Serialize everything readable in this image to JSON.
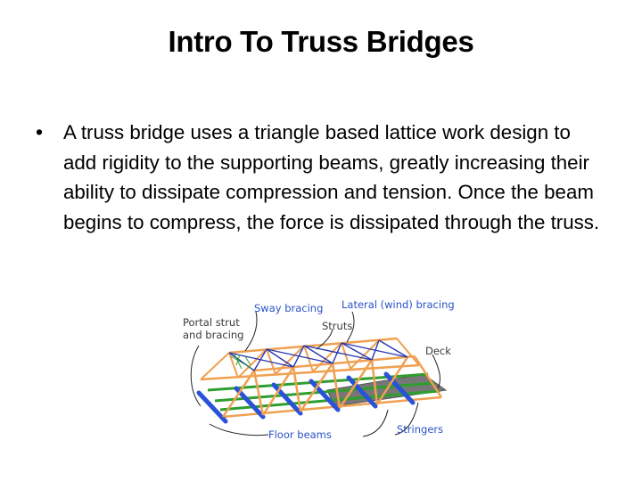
{
  "title": "Intro To Truss Bridges",
  "bullet": {
    "marker": "•",
    "text": "A truss bridge uses a triangle based lattice work design to add rigidity to the supporting beams, greatly increasing their ability to dissipate compression and tension. Once the beam begins to compress, the force is dissipated through the truss."
  },
  "diagram": {
    "labels": {
      "sway_bracing": "Sway bracing",
      "lateral_bracing": "Lateral (wind) bracing",
      "portal_strut_line1": "Portal strut",
      "portal_strut_line2": "and bracing",
      "struts": "Struts",
      "deck": "Deck",
      "floor_beams": "Floor beams",
      "stringers": "Stringers"
    },
    "colors": {
      "truss": "#f0a050",
      "bracing_blue": "#2838b0",
      "floor_beam": "#2a52d8",
      "stringer": "#2e9e2e",
      "deck": "#777777",
      "label_blue": "#2a52c8",
      "label_dark": "#3a3a3a"
    }
  }
}
